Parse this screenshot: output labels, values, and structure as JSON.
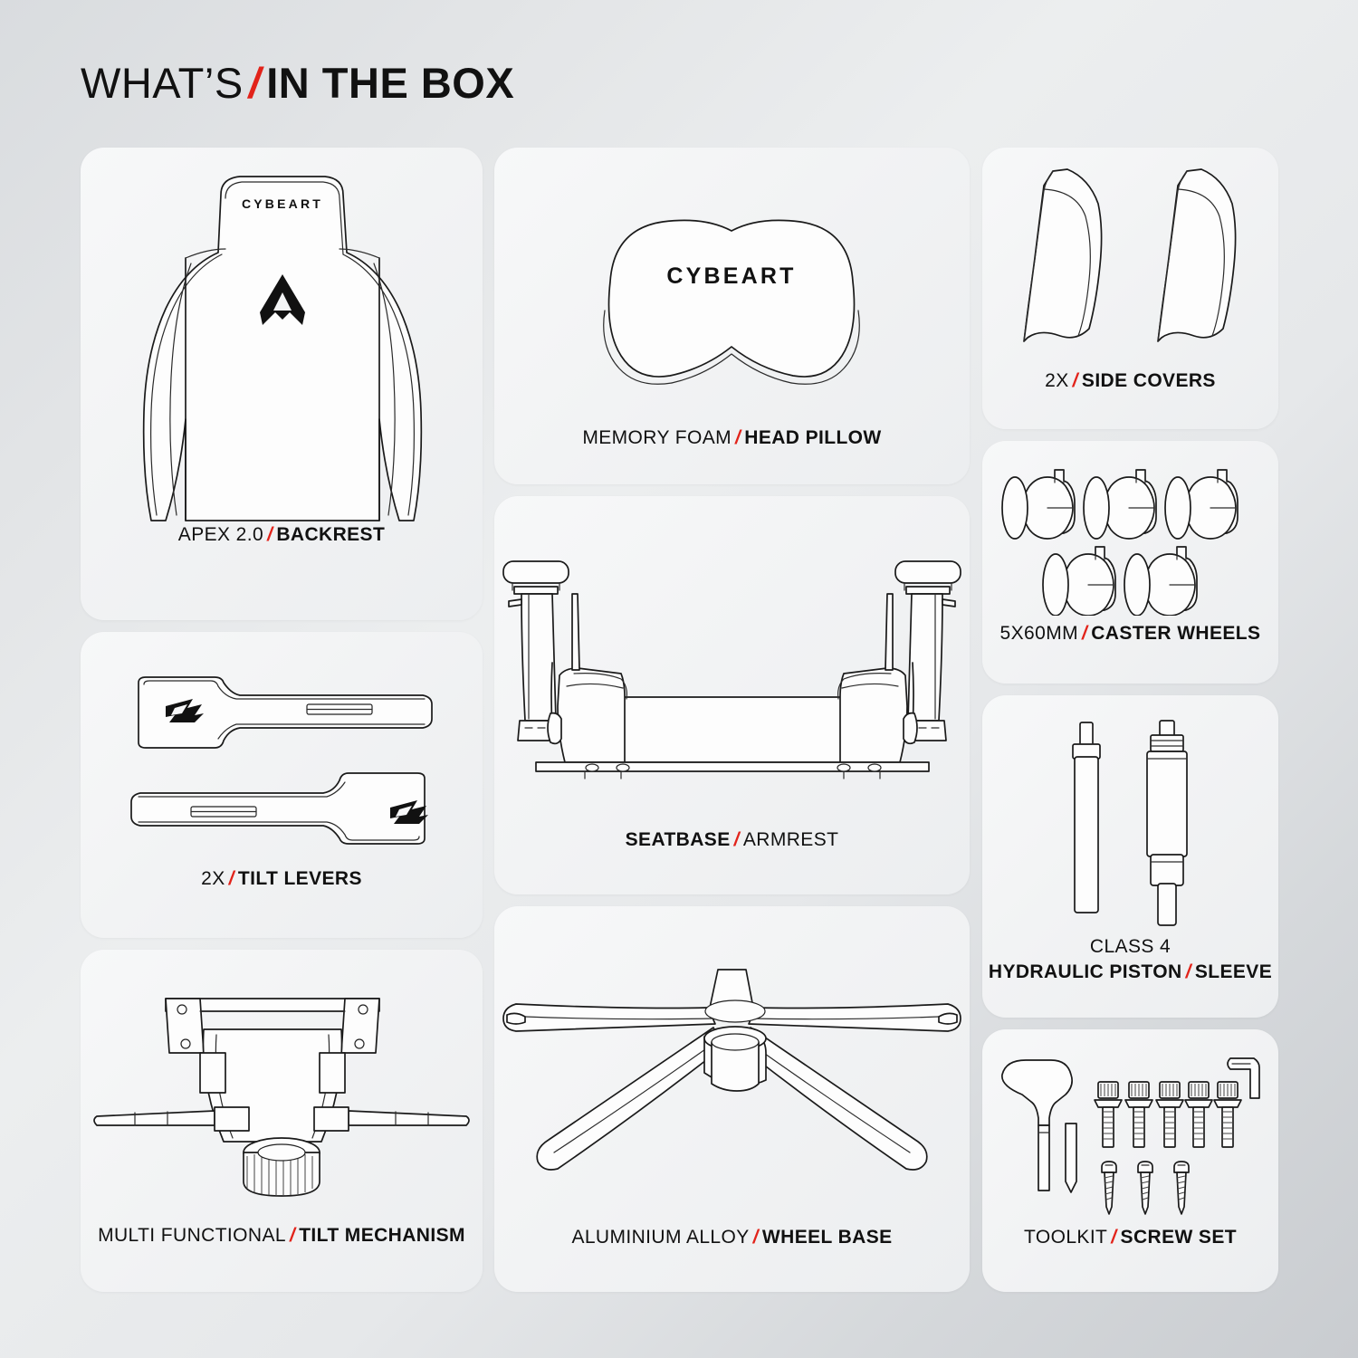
{
  "header": {
    "title_light": "WHAT’S",
    "slash": "/",
    "title_bold": "IN THE BOX"
  },
  "accent_color": "#e2231a",
  "background_color": "#e2e4e6",
  "brand": "CYBEART",
  "cards": [
    {
      "id": "backrest",
      "name": "backrest",
      "icon": "chair-backrest-icon",
      "caption_light": "APEX 2.0",
      "slash": "/",
      "caption_bold": "BACKREST",
      "badge_text": "CYBEART"
    },
    {
      "id": "pillow",
      "name": "head-pillow",
      "icon": "head-pillow-icon",
      "caption_light": "MEMORY FOAM",
      "slash": "/",
      "caption_bold": "HEAD PILLOW",
      "badge_text": "CYBEART"
    },
    {
      "id": "sidecovers",
      "name": "side-covers",
      "icon": "side-cover-icon",
      "caption_light": "2X",
      "slash": "/",
      "caption_bold": "SIDE COVERS",
      "quantity": 2
    },
    {
      "id": "casters",
      "name": "caster-wheels",
      "icon": "caster-wheel-icon",
      "caption_light": "5X60MM",
      "slash": "/",
      "caption_bold": "CASTER WHEELS",
      "quantity": 5
    },
    {
      "id": "levers",
      "name": "tilt-levers",
      "icon": "tilt-lever-icon",
      "caption_light": "2X",
      "slash": "/",
      "caption_bold": "TILT LEVERS",
      "quantity": 2
    },
    {
      "id": "seatbase",
      "name": "seatbase-armrest",
      "icon": "seatbase-armrest-icon",
      "caption_bold": "SEATBASE",
      "slash": "/",
      "caption_light": "ARMREST"
    },
    {
      "id": "piston",
      "name": "hydraulic-piston-sleeve",
      "icon": "hydraulic-piston-icon",
      "caption_line1_light": "CLASS 4",
      "caption_bold": "HYDRAULIC PISTON",
      "slash": "/",
      "caption_bold2": "SLEEVE"
    },
    {
      "id": "tilt",
      "name": "tilt-mechanism",
      "icon": "tilt-mechanism-icon",
      "caption_light": "MULTI FUNCTIONAL",
      "slash": "/",
      "caption_bold": "TILT MECHANISM"
    },
    {
      "id": "wheelbase",
      "name": "wheel-base",
      "icon": "wheel-base-icon",
      "caption_light": "ALUMINIUM ALLOY",
      "slash": "/",
      "caption_bold": "WHEEL BASE"
    },
    {
      "id": "toolkit",
      "name": "toolkit-screw-set",
      "icon": "toolkit-icon",
      "caption_light": "TOOLKIT",
      "slash": "/",
      "caption_bold": "SCREW SET"
    }
  ]
}
